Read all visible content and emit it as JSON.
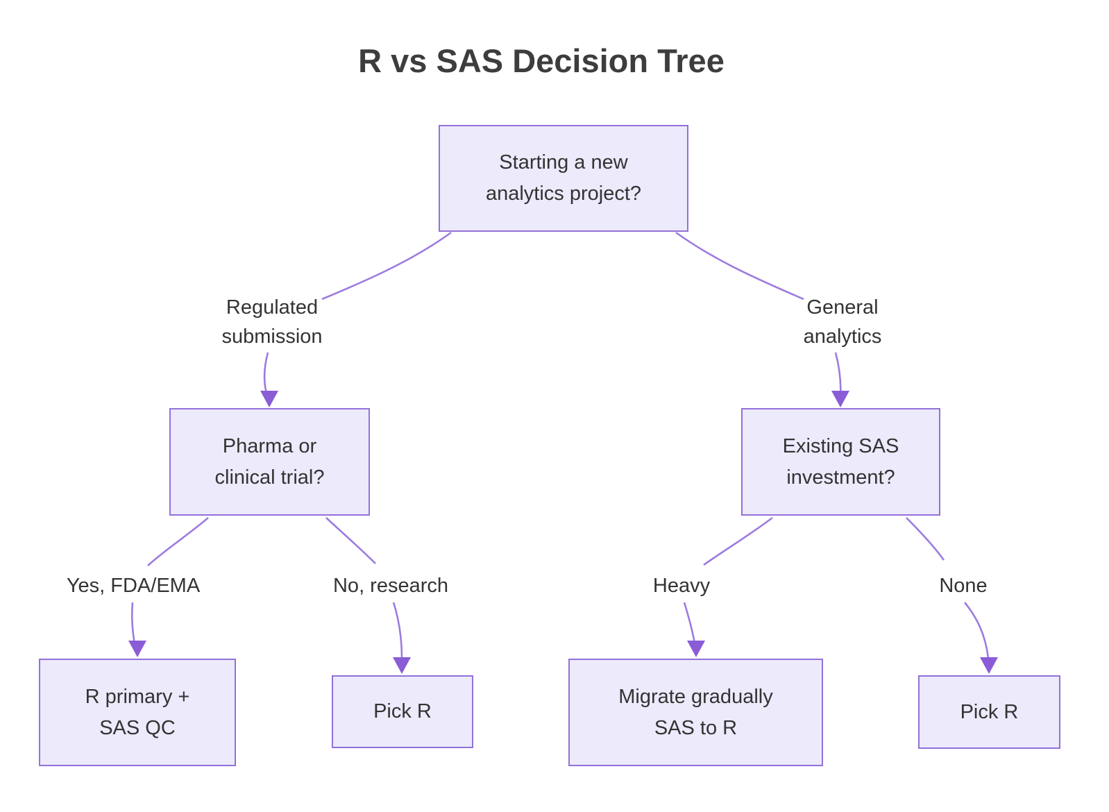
{
  "title": "R vs SAS Decision Tree",
  "colors": {
    "node_fill": "#ECEAFB",
    "node_border": "#9370DB",
    "edge_line": "#9C7BE0",
    "arrowhead": "#8A5CD6",
    "text": "#333333",
    "title_text": "#3d3d3d",
    "background": "#ffffff"
  },
  "nodes": {
    "root": {
      "label": "Starting a new\nanalytics project?"
    },
    "pharma": {
      "label": "Pharma or\nclinical trial?"
    },
    "existing_sas": {
      "label": "Existing SAS\ninvestment?"
    },
    "r_primary": {
      "label": "R primary +\nSAS QC"
    },
    "pick_r_left": {
      "label": "Pick R"
    },
    "migrate": {
      "label": "Migrate gradually\nSAS to R"
    },
    "pick_r_right": {
      "label": "Pick R"
    }
  },
  "edges": {
    "regulated": {
      "from": "root",
      "to": "pharma",
      "label": "Regulated\nsubmission"
    },
    "general": {
      "from": "root",
      "to": "existing_sas",
      "label": "General\nanalytics"
    },
    "yes_fda_ema": {
      "from": "pharma",
      "to": "r_primary",
      "label": "Yes, FDA/EMA"
    },
    "no_research": {
      "from": "pharma",
      "to": "pick_r_left",
      "label": "No, research"
    },
    "heavy": {
      "from": "existing_sas",
      "to": "migrate",
      "label": "Heavy"
    },
    "none": {
      "from": "existing_sas",
      "to": "pick_r_right",
      "label": "None"
    }
  }
}
